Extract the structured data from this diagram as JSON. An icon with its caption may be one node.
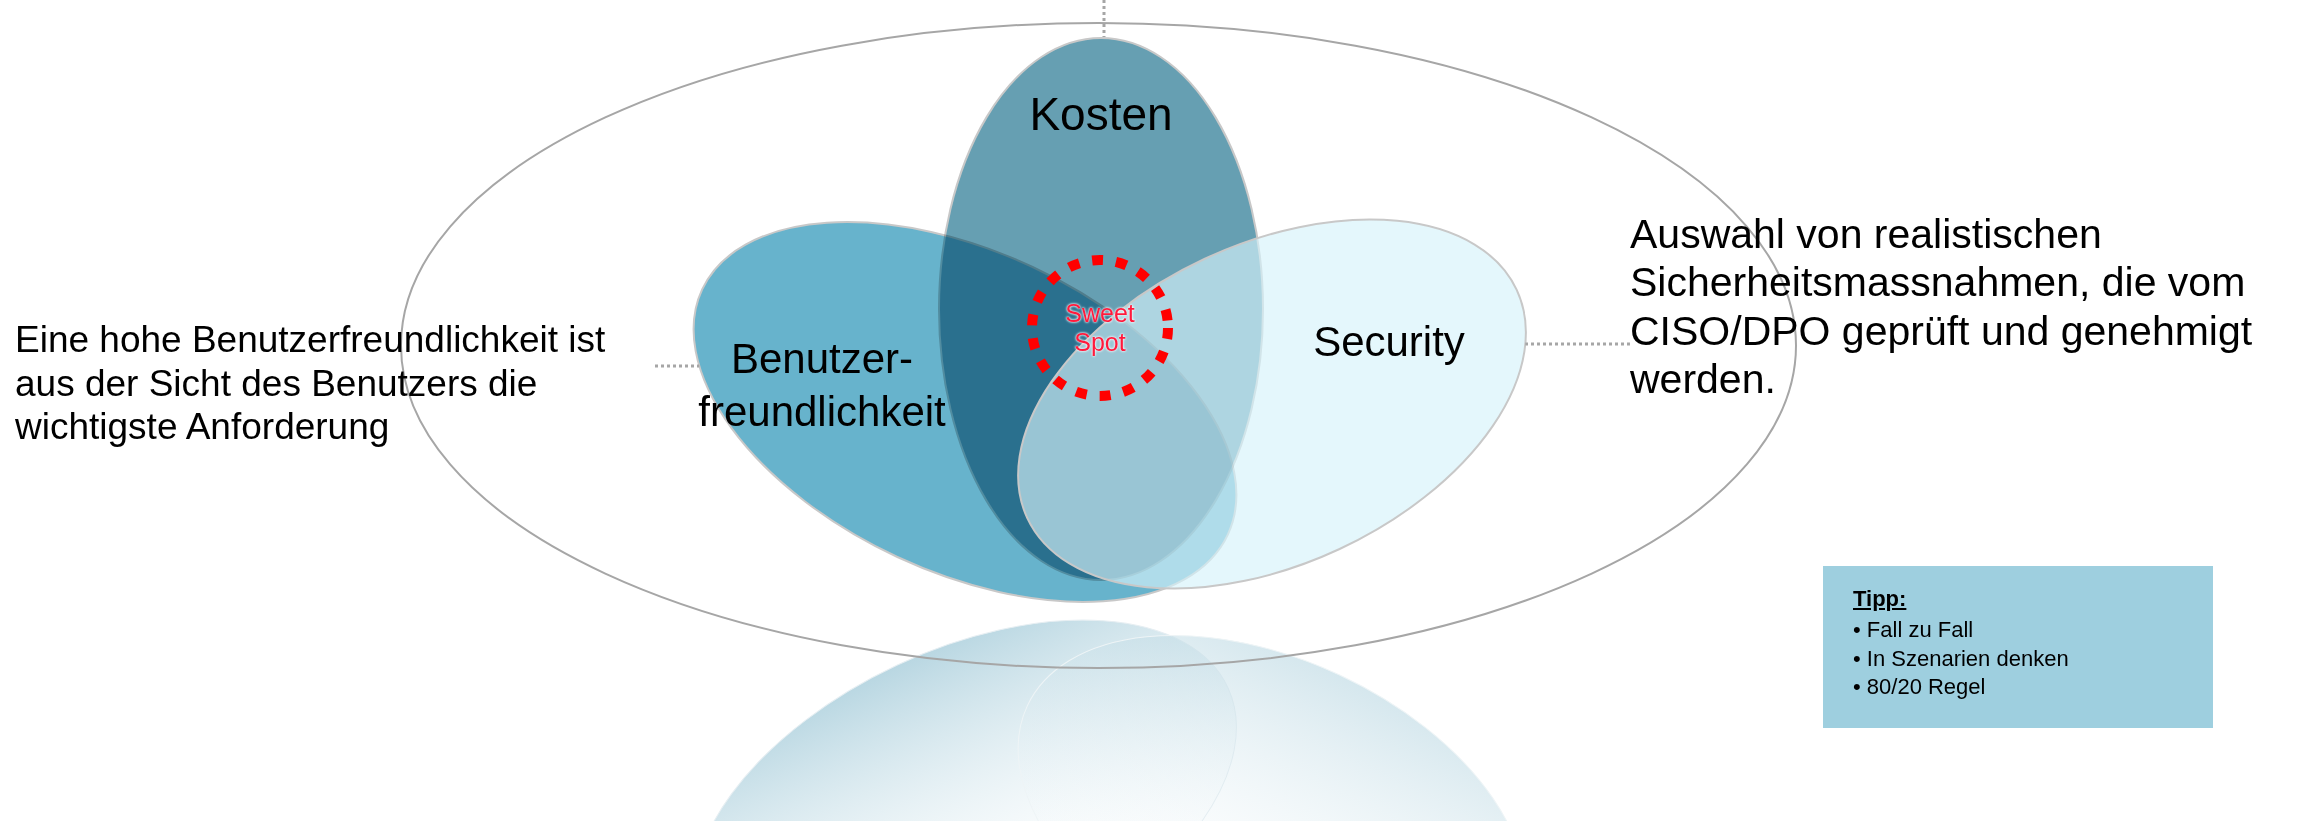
{
  "diagram": {
    "nodes": [
      {
        "text": [],
        "shape": "ellipse"
      },
      {
        "text": [
          "Kosten"
        ],
        "in": 0
      },
      {
        "text": [
          "Benutzer- freundlichkeit"
        ],
        "in": 0
      },
      {
        "text": [
          "Security"
        ],
        "in": 0
      },
      {
        "text": [
          "Sweet Spot"
        ]
      },
      {
        "text": [
          "Eine hohe Benutzerfreundlichkeit ist aus der Sicht des Benutzers die wichtigste Anforderung"
        ]
      },
      {
        "text": [
          "Auswahl von realistischen Sicherheitsmassnahmen, die vom CISO/DPO geprüft und genehmigt werden."
        ]
      },
      {
        "text": [
          "Tipp:",
          "• Fall zu Fall",
          "• In Szenarien denken",
          "• 80/20 Regel"
        ]
      }
    ],
    "edges": [
      {
        "from": 5,
        "to": 2,
        "arrow": "none",
        "style": "dashed"
      },
      {
        "from": 6,
        "to": 3,
        "arrow": "none",
        "style": "dashed"
      },
      {
        "from": null,
        "to": 1,
        "arrow": "none",
        "style": "dashed"
      }
    ]
  }
}
